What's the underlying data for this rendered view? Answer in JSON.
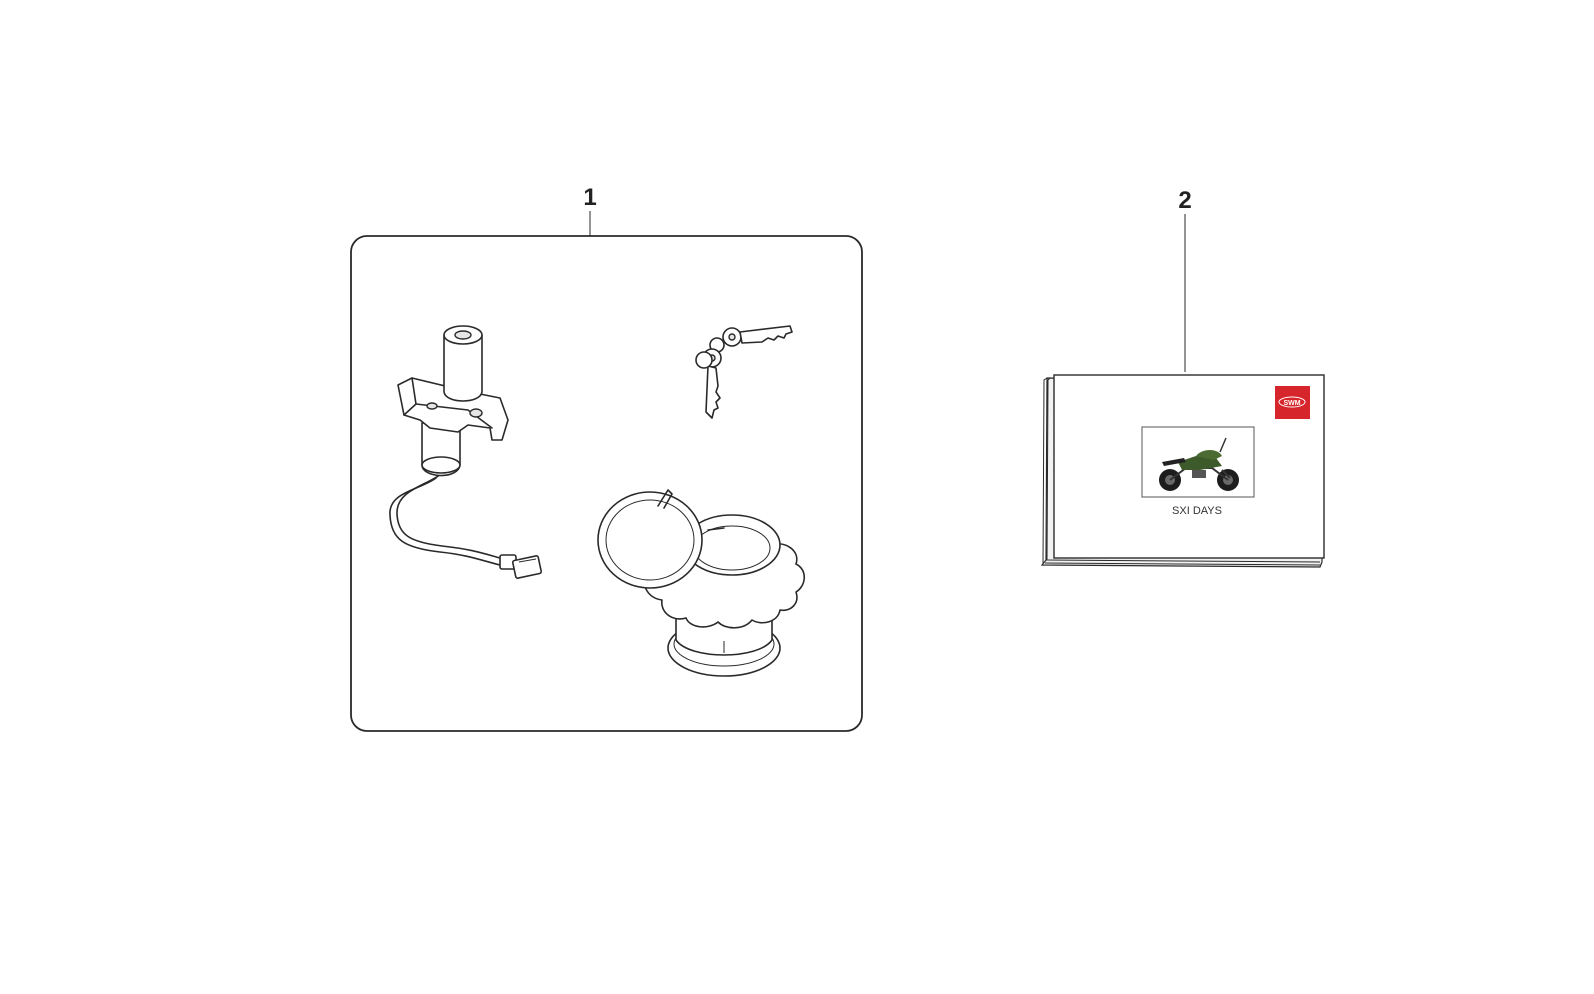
{
  "diagram": {
    "callouts": [
      {
        "id": "1",
        "label": "1"
      },
      {
        "id": "2",
        "label": "2"
      }
    ],
    "manual": {
      "caption": "SXI DAYS",
      "brand_logo": "SWM",
      "brand_color": "#d6252b"
    },
    "colors": {
      "line": "#2a2a2a",
      "background": "#ffffff"
    }
  }
}
